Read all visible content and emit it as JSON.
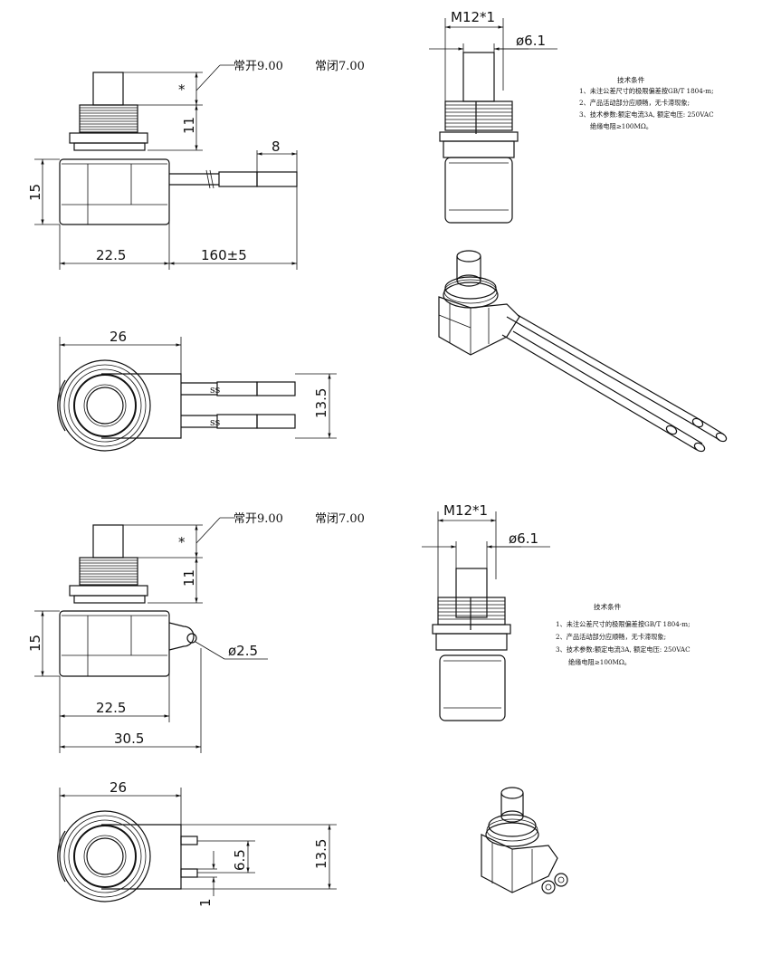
{
  "view1": {
    "dim_thread": "M12*1",
    "dim_bore": "ø6.1",
    "dim_height": "15",
    "dim_bush": "11",
    "dim_star": "*",
    "dim_strip": "8",
    "dim_body": "22.5",
    "dim_lead": "160±5",
    "callout_open": "常开9.00",
    "callout_closed": "常闭7.00"
  },
  "view1_top": {
    "dim_width": "26",
    "dim_span": "13.5"
  },
  "notes1": {
    "heading": "技术条件",
    "line1": "1、未注公差尺寸的极限偏差按GB/T 1804-m;",
    "line2": "2、产品活动部分应顺畅，无卡滞现象;",
    "line3": "3、技术参数:额定电流3A, 额定电压: 250VAC",
    "line4": "绝缘电阻≥100MΩ。"
  },
  "view2": {
    "dim_thread": "M12*1",
    "dim_bore": "ø6.1",
    "dim_height": "15",
    "dim_bush": "11",
    "dim_star": "*",
    "dim_hole": "ø2.5",
    "dim_body": "22.5",
    "dim_total": "30.5",
    "callout_open": "常开9.00",
    "callout_closed": "常闭7.00"
  },
  "view2_top": {
    "dim_width": "26",
    "dim_pitch": "6.5",
    "dim_span": "13.5",
    "dim_tab": "1"
  },
  "notes2": {
    "heading": "技术条件",
    "line1": "1、未注公差尺寸的极限偏差按GB/T 1804-m;",
    "line2": "2、产品活动部分应顺畅，无卡滞现象;",
    "line3": "3、技术参数:额定电流3A, 额定电压: 250VAC",
    "line4": "绝缘电阻≥100MΩ。"
  }
}
